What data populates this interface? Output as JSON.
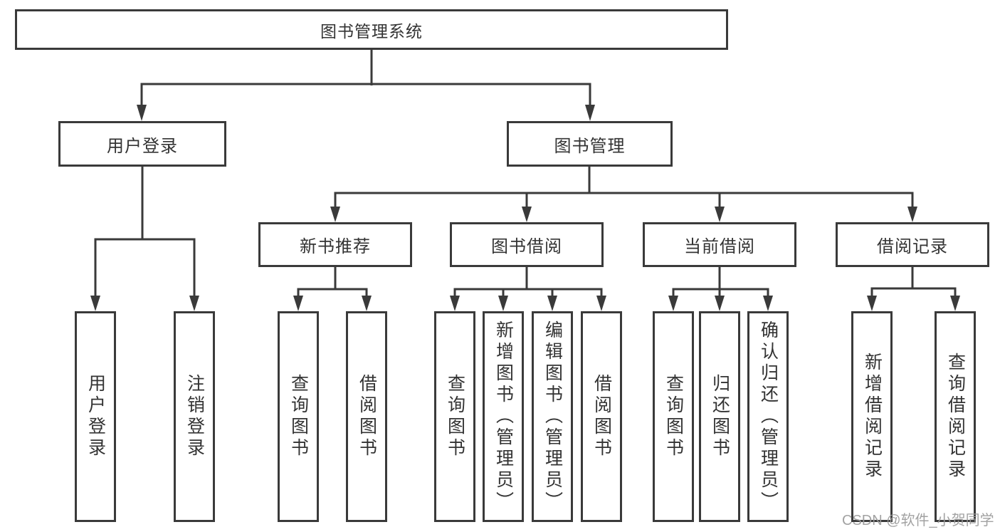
{
  "tree": {
    "label": "图书管理系统",
    "children": [
      {
        "label": "用户登录",
        "children": [
          {
            "label": "用户登录"
          },
          {
            "label": "注销登录"
          }
        ]
      },
      {
        "label": "图书管理",
        "children": [
          {
            "label": "新书推荐",
            "children": [
              {
                "label": "查询图书"
              },
              {
                "label": "借阅图书"
              }
            ]
          },
          {
            "label": "图书借阅",
            "children": [
              {
                "label": "查询图书"
              },
              {
                "label": "新增图书（管理员）"
              },
              {
                "label": "编辑图书（管理员）"
              },
              {
                "label": "借阅图书"
              }
            ]
          },
          {
            "label": "当前借阅",
            "children": [
              {
                "label": "查询图书"
              },
              {
                "label": "归还图书"
              },
              {
                "label": "确认归还（管理员）"
              }
            ]
          },
          {
            "label": "借阅记录",
            "children": [
              {
                "label": "新增借阅记录"
              },
              {
                "label": "查询借阅记录"
              }
            ]
          }
        ]
      }
    ]
  },
  "watermark": {
    "text": "CSDN @软件_小贺同学"
  },
  "colors": {
    "stroke": "#3a3a3a",
    "text": "#333333",
    "background": "#ffffff",
    "watermark": "#9b9b9b"
  }
}
